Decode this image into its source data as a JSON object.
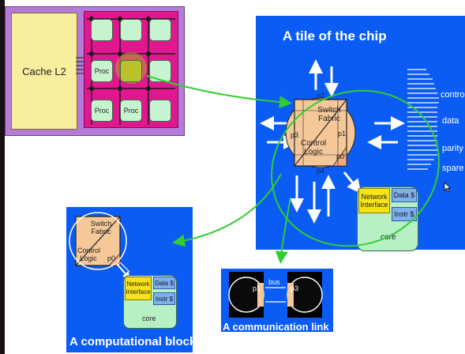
{
  "chip": {
    "cache_label": "Cache L2",
    "proc_labels": [
      "Proc",
      "Proc",
      "Proc"
    ]
  },
  "tile": {
    "title": "A tile of the chip",
    "ports": [
      "p2",
      "p3",
      "p1",
      "p4",
      "p0"
    ],
    "switch_fabric": "Switch Fabric",
    "control_logic": "Control Logic",
    "network_interface": "Network Interface",
    "data_cache": "Data $",
    "instr_cache": "Instr $",
    "core": "core",
    "signals": [
      "control",
      "data",
      "parity",
      "spare"
    ]
  },
  "comp_block": {
    "title": "A computational block",
    "switch_fabric": "Switch Fabric",
    "control_logic": "Control Logic",
    "port": "p0",
    "network_interface": "Network Interface",
    "data_cache": "Data $",
    "instr_cache": "Instr $",
    "core": "core"
  },
  "comm_link": {
    "title": "A communication link",
    "left_port": "p1",
    "right_port": "p3",
    "bus_label": "bus"
  },
  "colors": {
    "panel_blue": "#0a5cf5",
    "mesh_magenta": "#e1178f",
    "green_arrow": "#33cc33",
    "tile_peach": "#f5c89a"
  }
}
